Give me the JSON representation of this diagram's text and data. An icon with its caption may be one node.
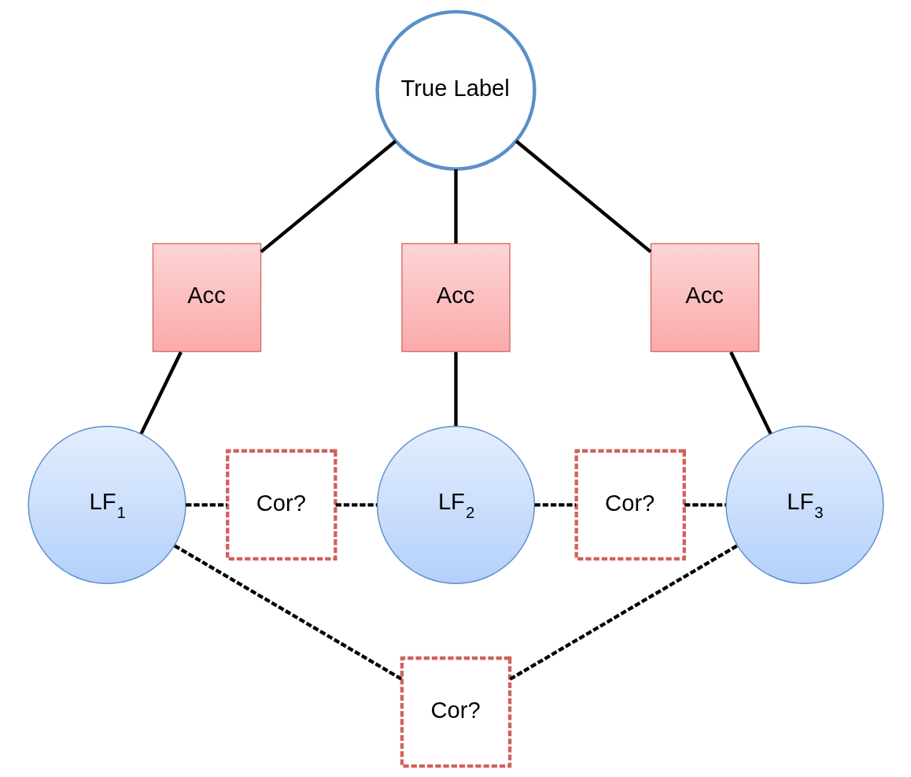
{
  "diagram": {
    "nodes": [
      {
        "text": [
          "True Label"
        ]
      },
      {
        "text": [
          "Acc"
        ]
      },
      {
        "text": [
          "Acc"
        ]
      },
      {
        "text": [
          "Acc"
        ]
      },
      {
        "text": [
          "LF$_{1}$"
        ]
      },
      {
        "text": [
          "Cor?"
        ]
      },
      {
        "text": [
          "LF$_{2}$"
        ]
      },
      {
        "text": [
          "Cor?"
        ]
      },
      {
        "text": [
          "LF$_{3}$"
        ]
      },
      {
        "text": [
          "Cor?"
        ]
      }
    ],
    "edges": [
      {
        "from": 0,
        "to": 1,
        "arrow": "none"
      },
      {
        "from": 0,
        "to": 2,
        "arrow": "none"
      },
      {
        "from": 0,
        "to": 3,
        "arrow": "none"
      },
      {
        "from": 1,
        "to": 4,
        "arrow": "none"
      },
      {
        "from": 2,
        "to": 6,
        "arrow": "none"
      },
      {
        "from": 3,
        "to": 8,
        "arrow": "none"
      },
      {
        "from": 4,
        "to": 5,
        "arrow": "none",
        "style": "dashed"
      },
      {
        "from": 5,
        "to": 6,
        "arrow": "none",
        "style": "dashed"
      },
      {
        "from": 6,
        "to": 7,
        "arrow": "none",
        "style": "dashed"
      },
      {
        "from": 7,
        "to": 8,
        "arrow": "none",
        "style": "dashed"
      },
      {
        "from": 4,
        "to": 9,
        "arrow": "none",
        "style": "dashed"
      },
      {
        "from": 9,
        "to": 8,
        "arrow": "none",
        "style": "dashed"
      }
    ]
  }
}
